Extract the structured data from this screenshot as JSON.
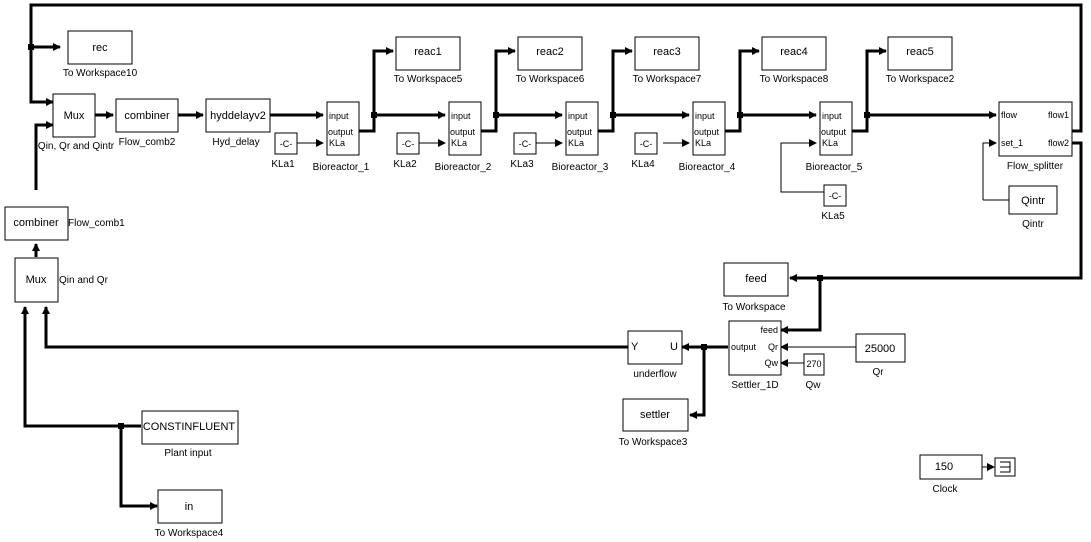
{
  "blocks": {
    "rec": {
      "text": "rec",
      "label": "To Workspace10"
    },
    "mux_top": {
      "text": "Mux",
      "label": "Qin, Qr and Qintr"
    },
    "comb2": {
      "text": "combiner",
      "label": "Flow_comb2"
    },
    "hyd": {
      "text": "hyddelayv2",
      "label": "Hyd_delay"
    },
    "kla1": {
      "text": "-C-",
      "label": "KLa1"
    },
    "kla2": {
      "text": "-C-",
      "label": "KLa2"
    },
    "kla3": {
      "text": "-C-",
      "label": "KLa3"
    },
    "kla4": {
      "text": "-C-",
      "label": "KLa4"
    },
    "kla5": {
      "text": "-C-",
      "label": "KLa5"
    },
    "bio1": {
      "label": "Bioreactor_1"
    },
    "bio2": {
      "label": "Bioreactor_2"
    },
    "bio3": {
      "label": "Bioreactor_3"
    },
    "bio4": {
      "label": "Bioreactor_4"
    },
    "bio5": {
      "label": "Bioreactor_5"
    },
    "reac1": {
      "text": "reac1",
      "label": "To Workspace5"
    },
    "reac2": {
      "text": "reac2",
      "label": "To Workspace6"
    },
    "reac3": {
      "text": "reac3",
      "label": "To Workspace7"
    },
    "reac4": {
      "text": "reac4",
      "label": "To Workspace8"
    },
    "reac5": {
      "text": "reac5",
      "label": "To Workspace2"
    },
    "splitter": {
      "label": "Flow_splitter"
    },
    "qintr": {
      "text": "Qintr",
      "label": "Qintr"
    },
    "comb1": {
      "text": "combiner",
      "label": "Flow_comb1"
    },
    "mux_bot": {
      "text": "Mux",
      "label": "Qin and Qr"
    },
    "feed": {
      "text": "feed",
      "label": "To Workspace"
    },
    "settler_blk": {
      "label": "Settler_1D"
    },
    "qr": {
      "text": "25000",
      "label": "Qr"
    },
    "qw": {
      "text": "270",
      "label": "Qw"
    },
    "underflow": {
      "y": "Y",
      "u": "U",
      "label": "underflow"
    },
    "settler_ws": {
      "text": "settler",
      "label": "To Workspace3"
    },
    "plant": {
      "text": "CONSTINFLUENT",
      "label": "Plant input"
    },
    "in_ws": {
      "text": "in",
      "label": "To Workspace4"
    },
    "clock": {
      "text": "150",
      "label": "Clock"
    }
  },
  "ports": {
    "bio_in": "input",
    "bio_out": "output",
    "bio_kla": "KLa",
    "split_flow": "flow",
    "split_set": "set_1",
    "split_f1": "flow1",
    "split_f2": "flow2",
    "set_feed": "feed",
    "set_out": "output",
    "set_qr": "Qr",
    "set_qw": "Qw"
  }
}
